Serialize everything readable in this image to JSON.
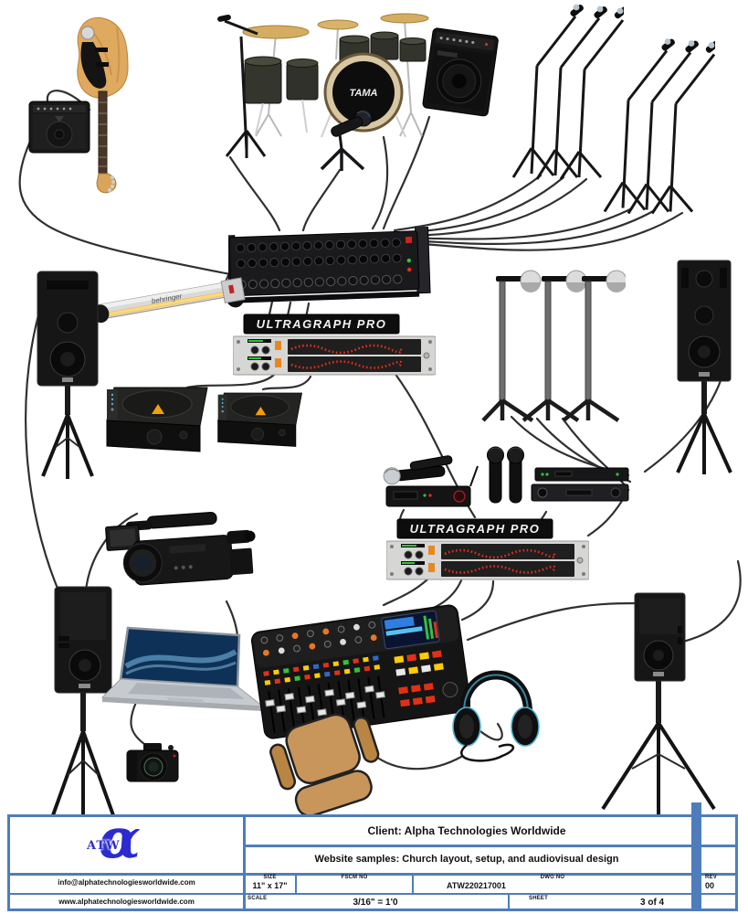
{
  "labels": {
    "ultragraph_pro": "ULTRAGRAPH PRO",
    "behringer_light": "behringer",
    "tama": "TAMA"
  },
  "title_block": {
    "logo_alpha": "α",
    "logo_text": "ATW",
    "client": "Client: Alpha Technologies Worldwide",
    "project": "Website samples: Church layout, setup, and audiovisual design",
    "email": "info@alphatechnologiesworldwide.com",
    "website": "www.alphatechnologiesworldwide.com",
    "size": {
      "label": "SIZE",
      "value": "11\" x 17\""
    },
    "fscm": {
      "label": "FSCM NO",
      "value": ""
    },
    "dwg": {
      "label": "DWG NO",
      "value": "ATW220217001"
    },
    "rev": {
      "label": "REV",
      "value": "00"
    },
    "scale": {
      "label": "SCALE",
      "value": "3/16\" = 1'0"
    },
    "sheet": {
      "label": "SHEET",
      "value": "3 of 4"
    }
  },
  "colors": {
    "frame_blue": "#4f7dbb",
    "logo_blue": "#2b2bd0",
    "wedge_orange": "#f2a007",
    "tube_yellow": "#ffd87e",
    "led_red": "#e23018",
    "led_green": "#35c040",
    "chair_tan": "#c8965a",
    "cymbal_gold": "#d4ad63",
    "guitar_wood": "#dfa95f",
    "headphone_blue": "#4db3d8",
    "laptop_screen_blue": "#0e3158"
  },
  "equipment_names": [
    "electric-guitar",
    "guitar-amp",
    "drum-kit",
    "drum-boom-mic-stand",
    "drum-mic",
    "bass-amp",
    "boom-mic-stand-group-1",
    "boom-mic-stand-group-2",
    "digital-stagebox",
    "rack-light",
    "pa-speaker-top-left",
    "eq-ultragraph-1",
    "condenser-mic-stands",
    "pa-speaker-top-right",
    "monitor-wedge-1",
    "monitor-wedge-2",
    "wireless-mic-system",
    "wireless-handheld-mics-receivers",
    "eq-ultragraph-2",
    "video-camera",
    "pa-speaker-bottom-left",
    "laptop",
    "dslr-camera",
    "mixing-console",
    "operator-chair",
    "headphones",
    "pa-speaker-bottom-right"
  ]
}
